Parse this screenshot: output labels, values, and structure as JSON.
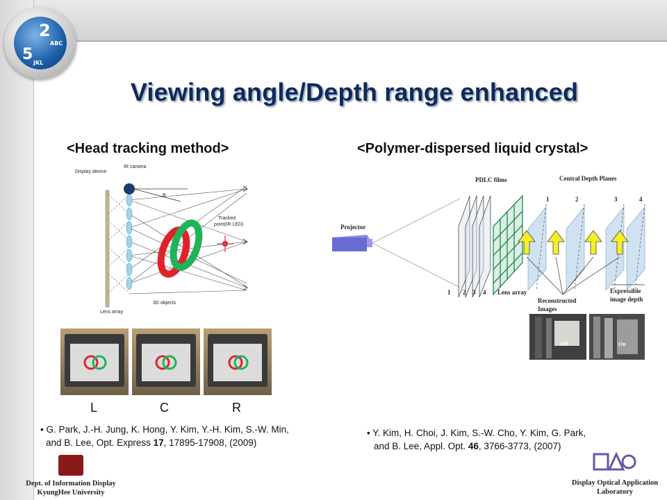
{
  "slide": {
    "title": "Viewing angle/Depth range enhanced"
  },
  "left": {
    "subtitle": "<Head tracking method>",
    "diagram_labels": {
      "display_device": "Display device",
      "ir_camera": "IR camera",
      "theta": "θ",
      "tracked_point_1": "Tracked",
      "tracked_point_2": "point(IR LED)",
      "lens_array": "Lens array",
      "objects_3d": "3D objects"
    },
    "photo_labels": [
      "L",
      "C",
      "R"
    ],
    "reference": {
      "bullet": "•",
      "line1": "G. Park, J.-H. Jung, K. Hong, Y. Kim, Y.-H. Kim, S.-W. Min,",
      "line2_pre": "and B. Lee, Opt. Express ",
      "volume": "17",
      "line2_post": ", 17895-17908, (2009)"
    }
  },
  "right": {
    "subtitle": "<Polymer-dispersed liquid crystal>",
    "diagram_labels": {
      "pdlc_films": "PDLC films",
      "central_depth_planes": "Central Depth Planes",
      "plane_numbers": [
        "1",
        "2",
        "3",
        "4"
      ],
      "projector": "Projector",
      "film_numbers": [
        "1",
        "2",
        "3",
        "4"
      ],
      "lens_array": "Lens array",
      "reconstructed_1": "Reconstructed",
      "reconstructed_2": "Images",
      "expressible_1": "Expressible",
      "expressible_2": "image depth",
      "off": "Off",
      "on": "On"
    },
    "reference": {
      "bullet": "•",
      "line1": "Y. Kim, H. Choi, J. Kim, S.-W. Cho, Y. Kim, G. Park,",
      "line2_pre": "and B. Lee, Appl. Opt. ",
      "volume": "46",
      "line2_post": ", 3766-3773, (2007)"
    }
  },
  "footer": {
    "left_line1": "Dept. of Information Display",
    "left_line2": "KyungHee University",
    "right_line1": "Display Optical Application",
    "right_line2": "Laboratory"
  },
  "logo": {
    "num1": "2",
    "txt1": "ABC",
    "num2": "5",
    "txt2": "JKL"
  },
  "colors": {
    "title": "#0d2a5c",
    "ring_red": "#e0232b",
    "ring_green": "#1fb35a",
    "pdlc_grid": "#1d8a4a",
    "arrow_yellow": "#f4ee27",
    "projector": "#6b6bd6"
  }
}
